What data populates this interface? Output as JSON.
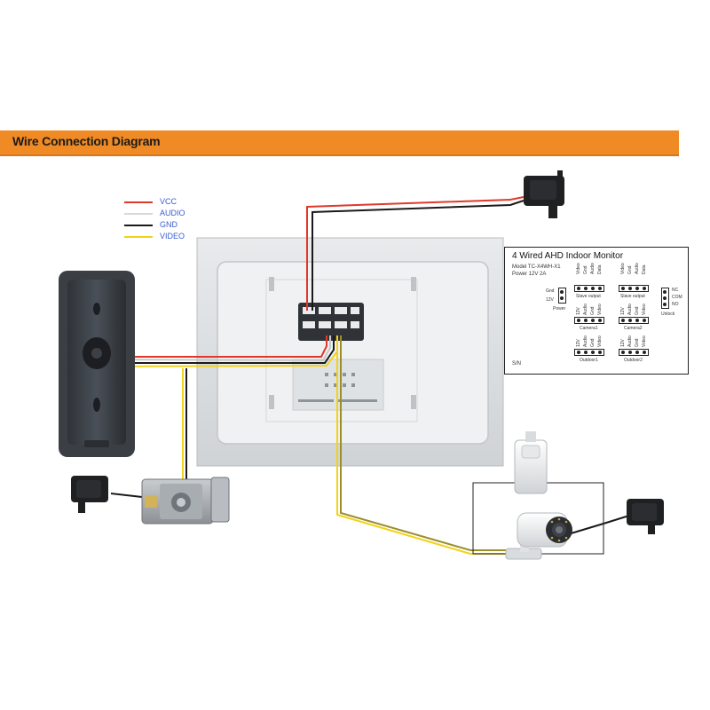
{
  "banner": {
    "title": "Wire Connection Diagram"
  },
  "legend": [
    {
      "label": "VCC",
      "color": "#e0392b"
    },
    {
      "label": "AUDIO",
      "color": "#d9d9d9"
    },
    {
      "label": "GND",
      "color": "#1a1a1a"
    },
    {
      "label": "VIDEO",
      "color": "#f2d21b"
    }
  ],
  "spec_sheet": {
    "title": "4 Wired AHD Indoor Monitor",
    "model": "Model TC-X4WH-X1",
    "power": "Power 12V 2A",
    "power_port": {
      "label": "Power",
      "pins": [
        "Gnd",
        "12V"
      ]
    },
    "slave_output": {
      "label": "Slave output",
      "pins": [
        "Video",
        "Gnd",
        "Audio",
        "Data"
      ]
    },
    "slave_output_2": {
      "label": "Slave output",
      "pins": [
        "Video",
        "Gnd",
        "Audio",
        "Data"
      ]
    },
    "unlock": {
      "label": "Unlock",
      "pins": [
        "NC",
        "COM",
        "NO"
      ]
    },
    "camera1": {
      "label": "Camera1",
      "pins": [
        "12V",
        "Audio",
        "Gnd",
        "Video"
      ]
    },
    "camera2": {
      "label": "Camera2",
      "pins": [
        "12V",
        "Audio",
        "Gnd",
        "Video"
      ]
    },
    "outdoor1": {
      "label": "Outdoor1",
      "pins": [
        "12V",
        "Audio",
        "Gnd",
        "Video"
      ]
    },
    "outdoor2": {
      "label": "Outdoor2",
      "pins": [
        "12V",
        "Audio",
        "Gnd",
        "Video"
      ]
    },
    "sn": "S/N"
  },
  "devices": {
    "monitor": "indoor-monitor",
    "doorbell": "outdoor-doorbell-panel",
    "lock": "electric-lock",
    "camera": "cctv-camera",
    "sensor": "pir-sensor",
    "adapters": [
      "power-adapter-monitor",
      "power-adapter-lock",
      "power-adapter-camera"
    ]
  }
}
